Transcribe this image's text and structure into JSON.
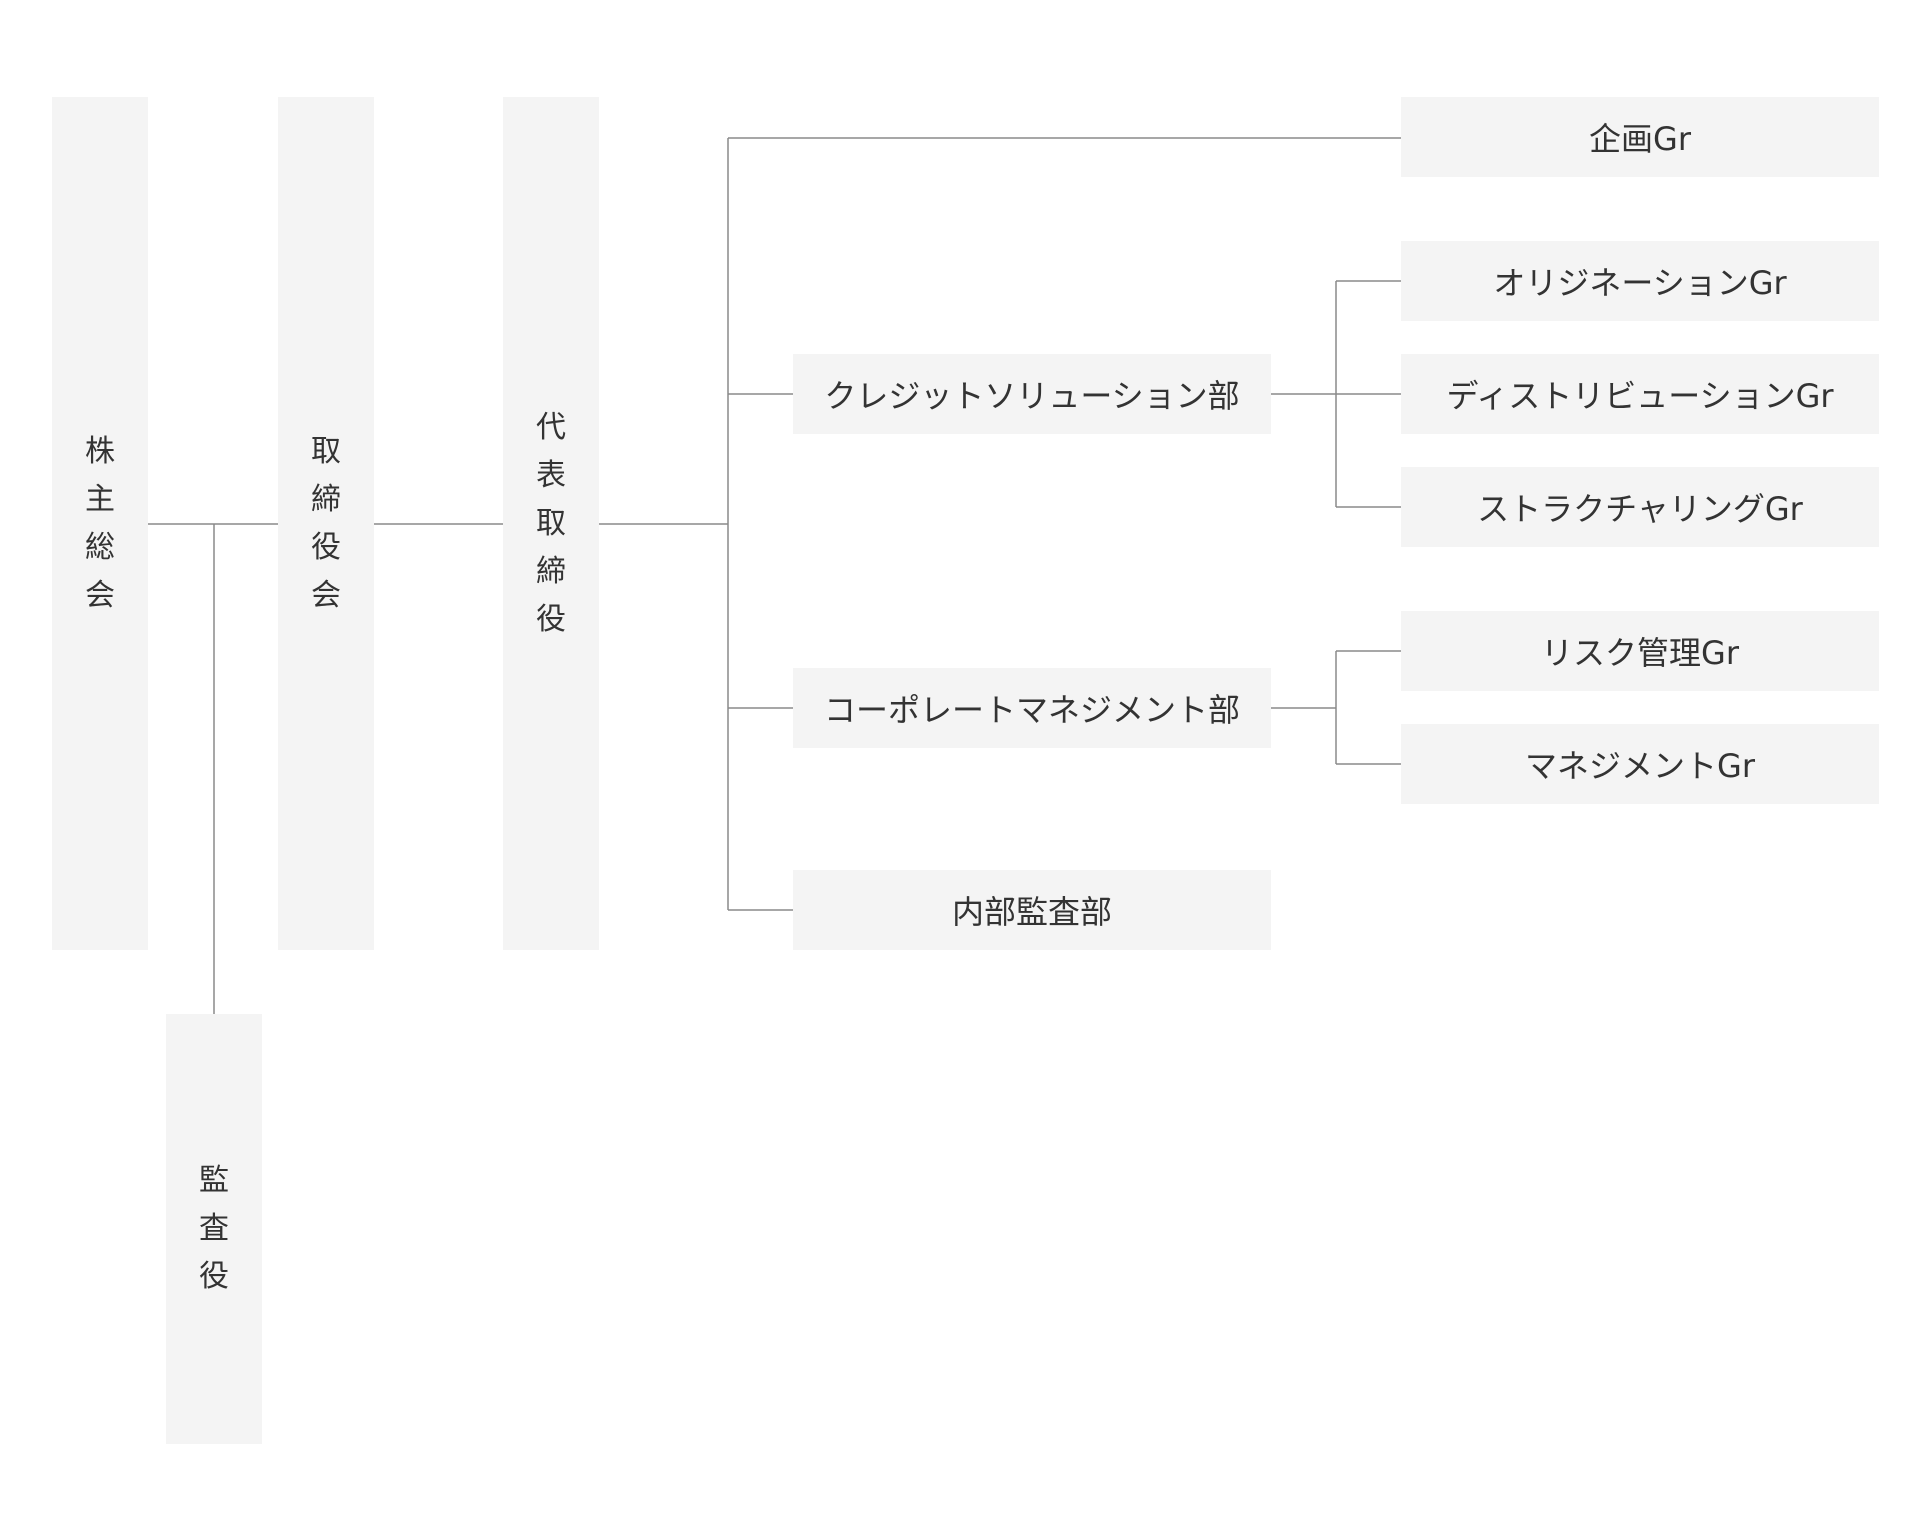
{
  "organization": {
    "shareholders_meeting": "株主総会",
    "board_of_directors": "取締役会",
    "representative_director": "代表取締役",
    "auditor": "監査役",
    "planning_group": "企画Gr",
    "credit_solution_dept": {
      "label": "クレジットソリューション部",
      "groups": [
        "オリジネーションGr",
        "ディストリビューションGr",
        "ストラクチャリングGr"
      ]
    },
    "corporate_management_dept": {
      "label": "コーポレートマネジメント部",
      "groups": [
        "リスク管理Gr",
        "マネジメントGr"
      ]
    },
    "internal_audit_dept": "内部監査部"
  }
}
